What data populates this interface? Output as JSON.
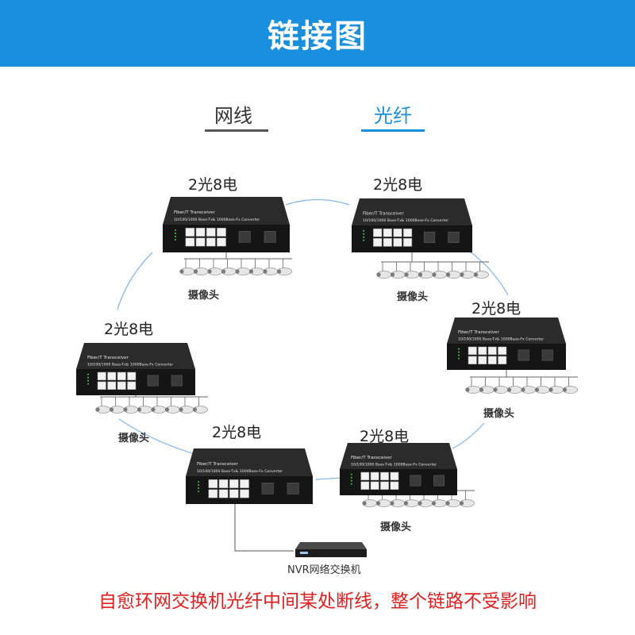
{
  "header": {
    "title": "链接图"
  },
  "legend": {
    "wire_label": "网线",
    "fiber_label": "光纤"
  },
  "colors": {
    "header_bg": "#1a8fde",
    "fiber_line": "#1a8fde",
    "fiber_cable": "#8ab8e6",
    "warning_text": "#e02020"
  },
  "units": [
    {
      "label": "2光8电",
      "camera_label": "摄像头",
      "device_brand": "Fiber/T Transceiver",
      "device_spec": "10/100/1000 Base-Tx& 1000Base-Fx Converter"
    },
    {
      "label": "2光8电",
      "camera_label": "摄像头",
      "device_brand": "Fiber/T Transceiver",
      "device_spec": "10/100/1000 Base-Tx& 1000Base-Fx Converter"
    },
    {
      "label": "2光8电",
      "camera_label": "摄像头",
      "device_brand": "Fiber/T Transceiver",
      "device_spec": "10/100/1000 Base-Tx& 1000Base-Fx Converter"
    },
    {
      "label": "2光8电",
      "camera_label": "摄像头",
      "device_brand": "Fiber/T Transceiver",
      "device_spec": "10/100/1000 Base-Tx& 1000Base-Fx Converter"
    },
    {
      "label": "2光8电",
      "camera_label": "摄像头",
      "device_brand": "Fiber/T Transceiver",
      "device_spec": "10/100/1000 Base-Tx& 1000Base-Fx Converter"
    },
    {
      "label": "2光8电",
      "camera_label": "",
      "device_brand": "Fiber/T Transceiver",
      "device_spec": "10/100/1000 Base-Tx& 1000Base-Fx Converter"
    }
  ],
  "nvr": {
    "label": "NVR网络交换机"
  },
  "footer": {
    "text": "自愈环网交换机光纤中间某处断线，整个链路不受影响"
  }
}
